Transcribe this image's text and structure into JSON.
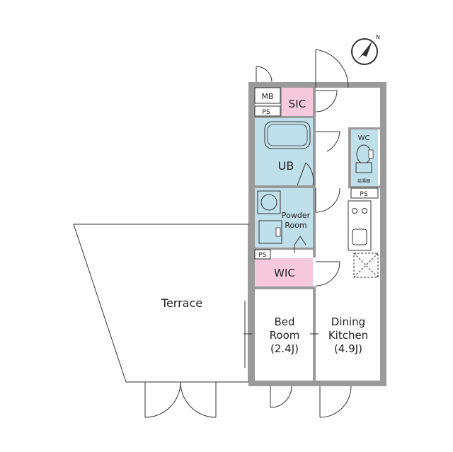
{
  "colors": {
    "wall": "#9a9a9a",
    "wet_area": "#bfe0ea",
    "storage": "#f6c9dd",
    "outline": "#333333",
    "background": "#ffffff"
  },
  "icons": {
    "north": "north-arrow-icon",
    "north_label": "N"
  },
  "rooms": {
    "terrace": "Terrace",
    "mb": "MB",
    "sic": "SIC",
    "ps_top": "PS",
    "ub": "UB",
    "wc": "WC",
    "wc_note": "給湯器",
    "ps_right": "PS",
    "powder_line1": "Powder",
    "powder_line2": "Room",
    "ps_bottom": "PS",
    "wic": "WIC",
    "bed_line1": "Bed",
    "bed_line2": "Room",
    "bed_size": "(2.4J)",
    "dk_line1": "Dining",
    "dk_line2": "Kitchen",
    "dk_size": "(4.9J)"
  }
}
